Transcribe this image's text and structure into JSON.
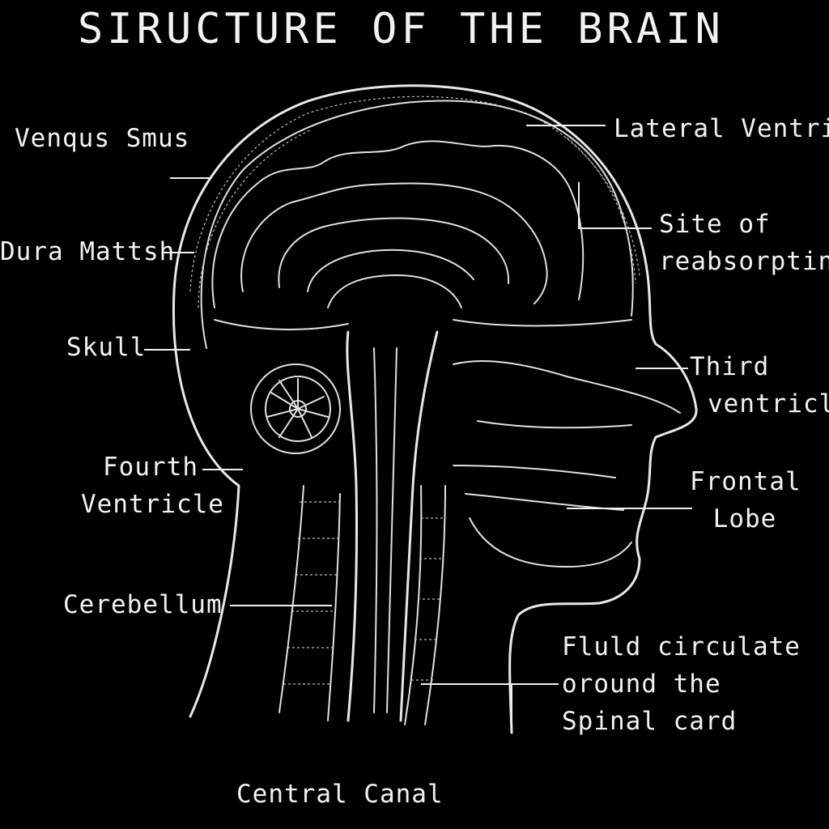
{
  "title": "SIRUCTURE OF THE BRAIN",
  "labels": {
    "venous_sinus": "Venqus Smus",
    "dura_mater": "Dura Mattsh",
    "skull": "Skull",
    "fourth_ventricle": [
      "Fourth",
      "Ventricle"
    ],
    "cerebellum": "Cerebellum",
    "central_canal": "Central Canal",
    "lateral_ventricle": "Lateral Ventric",
    "site_of_reabsorption": [
      "Site of",
      "reabsorptin"
    ],
    "third_ventricle": [
      "Third",
      "ventricle"
    ],
    "frontal_lobe": [
      "Frontal",
      "Lobe"
    ],
    "fluid_circulate": [
      "Fluld circulate",
      "oround the",
      "Spinal card"
    ]
  },
  "colors": {
    "background": "#000000",
    "ink": "#f2f2f2"
  }
}
